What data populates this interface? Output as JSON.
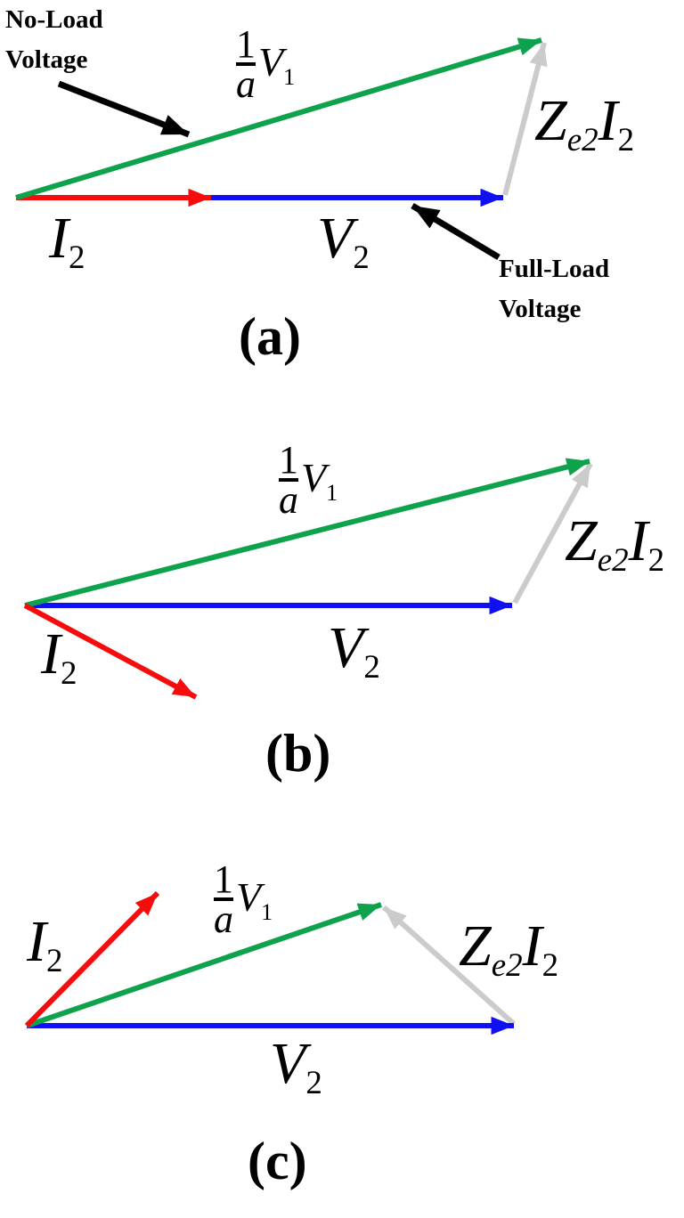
{
  "figure_kind": "transformer-voltage-regulation-phasor-diagrams",
  "colors": {
    "no_load_voltage": "#0EA24D",
    "full_load_voltage": "#1110F2",
    "current": "#F60C0C",
    "impedance_drop": "#CBCBCB",
    "annotation": "#000000",
    "background": "#FFFFFF"
  },
  "math": {
    "i2": {
      "base": "I",
      "sub": "2"
    },
    "v2": {
      "base": "V",
      "sub": "2"
    },
    "v1": {
      "num": "1",
      "den": "a",
      "base": "V",
      "sub": "1"
    },
    "drop": {
      "z_base": "Z",
      "z_sub": "e2",
      "i_base": "I",
      "i_sub": "2"
    }
  },
  "annotations": {
    "no_load": {
      "line1": "No-Load",
      "line2": "Voltage"
    },
    "full_load": {
      "line1": "Full-Load",
      "line2": "Voltage"
    }
  },
  "captions": {
    "a": "(a)",
    "b": "(b)",
    "c": "(c)"
  }
}
